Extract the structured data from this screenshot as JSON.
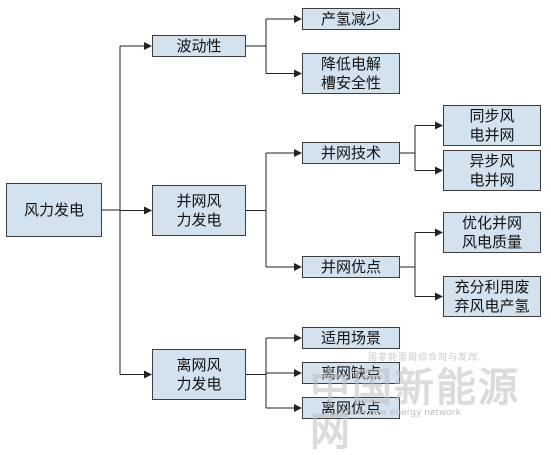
{
  "diagram": {
    "nodes": [
      {
        "id": "root",
        "label": "风力发电"
      },
      {
        "id": "volatility",
        "label": "波动性"
      },
      {
        "id": "grid",
        "label": "并网风\n力发电"
      },
      {
        "id": "offgrid",
        "label": "离网风\n力发电"
      },
      {
        "id": "v1",
        "label": "产氢减少"
      },
      {
        "id": "v2",
        "label": "降低电解\n槽安全性"
      },
      {
        "id": "g_tech",
        "label": "并网技术"
      },
      {
        "id": "g_adv",
        "label": "并网优点"
      },
      {
        "id": "t1",
        "label": "同步风\n电并网"
      },
      {
        "id": "t2",
        "label": "异步风\n电并网"
      },
      {
        "id": "a1",
        "label": "优化并网\n风电质量"
      },
      {
        "id": "a2",
        "label": "充分利用废\n弃风电产氢"
      },
      {
        "id": "o1",
        "label": "适用场景"
      },
      {
        "id": "o2",
        "label": "离网缺点"
      },
      {
        "id": "o3",
        "label": "离网优点"
      }
    ],
    "edges": [
      [
        "root",
        "volatility"
      ],
      [
        "root",
        "grid"
      ],
      [
        "root",
        "offgrid"
      ],
      [
        "volatility",
        "v1"
      ],
      [
        "volatility",
        "v2"
      ],
      [
        "grid",
        "g_tech"
      ],
      [
        "grid",
        "g_adv"
      ],
      [
        "g_tech",
        "t1"
      ],
      [
        "g_tech",
        "t2"
      ],
      [
        "g_adv",
        "a1"
      ],
      [
        "g_adv",
        "a2"
      ],
      [
        "offgrid",
        "o1"
      ],
      [
        "offgrid",
        "o2"
      ],
      [
        "offgrid",
        "o3"
      ]
    ]
  },
  "watermark": {
    "line1": "国家能源局综合司与发改",
    "line2": "中国新能源网",
    "line3": "China new energy network"
  }
}
